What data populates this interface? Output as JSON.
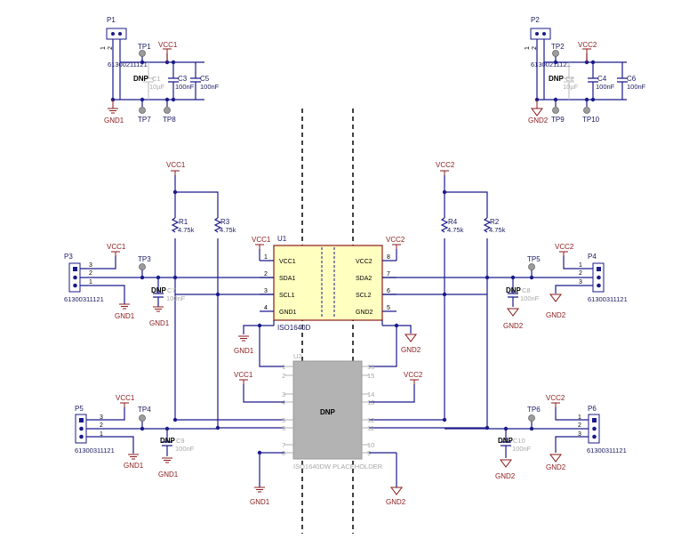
{
  "nets": {
    "vcc1": "VCC1",
    "vcc2": "VCC2",
    "gnd1": "GND1",
    "gnd2": "GND2"
  },
  "dnp": "DNP",
  "p1": {
    "ref": "P1",
    "part": "61300211121",
    "pin1": "1",
    "pin2": "2"
  },
  "p2": {
    "ref": "P2",
    "part": "61300211121",
    "pin1": "1",
    "pin2": "2"
  },
  "p3": {
    "ref": "P3",
    "part": "61300311121",
    "pins": [
      "3",
      "2",
      "1"
    ]
  },
  "p4": {
    "ref": "P4",
    "part": "61300311121",
    "pins": [
      "1",
      "2",
      "3"
    ]
  },
  "p5": {
    "ref": "P5",
    "part": "61300311121",
    "pins": [
      "3",
      "2",
      "1"
    ]
  },
  "p6": {
    "ref": "P6",
    "part": "61300311121",
    "pins": [
      "1",
      "2",
      "3"
    ]
  },
  "tp": {
    "tp1": "TP1",
    "tp2": "TP2",
    "tp3": "TP3",
    "tp4": "TP4",
    "tp5": "TP5",
    "tp6": "TP6",
    "tp7": "TP7",
    "tp8": "TP8",
    "tp9": "TP9",
    "tp10": "TP10"
  },
  "caps": {
    "c1": {
      "ref": "C1",
      "val": "10µF"
    },
    "c2": {
      "ref": "C2",
      "val": "10µF"
    },
    "c3": {
      "ref": "C3",
      "val": "100nF"
    },
    "c4": {
      "ref": "C4",
      "val": "100nF"
    },
    "c5": {
      "ref": "C5",
      "val": "100nF"
    },
    "c6": {
      "ref": "C6",
      "val": "100nF"
    },
    "c7": {
      "ref": "C7",
      "val": "100nF"
    },
    "c8": {
      "ref": "C8",
      "val": "100nF"
    },
    "c9": {
      "ref": "C9",
      "val": "100nF"
    },
    "c10": {
      "ref": "C10",
      "val": "100nF"
    }
  },
  "res": {
    "r1": {
      "ref": "R1",
      "val": "4.75k"
    },
    "r2": {
      "ref": "R2",
      "val": "4.75k"
    },
    "r3": {
      "ref": "R3",
      "val": "4.75k"
    },
    "r4": {
      "ref": "R4",
      "val": "4.75k"
    }
  },
  "u1": {
    "ref": "U1",
    "part": "ISO1640D",
    "left": [
      {
        "num": "1",
        "name": "VCC1"
      },
      {
        "num": "2",
        "name": "SDA1"
      },
      {
        "num": "3",
        "name": "SCL1"
      },
      {
        "num": "4",
        "name": "GND1"
      }
    ],
    "right": [
      {
        "num": "8",
        "name": "VCC2"
      },
      {
        "num": "7",
        "name": "SDA2"
      },
      {
        "num": "6",
        "name": "SCL2"
      },
      {
        "num": "5",
        "name": "GND2"
      }
    ]
  },
  "u2": {
    "ref": "U2",
    "part": "ISO1640DW PLACEHOLDER",
    "label": "DNP",
    "left": [
      "1",
      "2",
      "3",
      "4",
      "5",
      "6",
      "7",
      "8"
    ],
    "right": [
      "16",
      "15",
      "14",
      "13",
      "12",
      "11",
      "10",
      "9"
    ]
  },
  "colors": {
    "wire": "#1a1a8c",
    "net": "#8b1a1a",
    "ic": "#ffffc0",
    "ic_border": "#8b1a1a",
    "placeholder": "#b3b3b3"
  }
}
